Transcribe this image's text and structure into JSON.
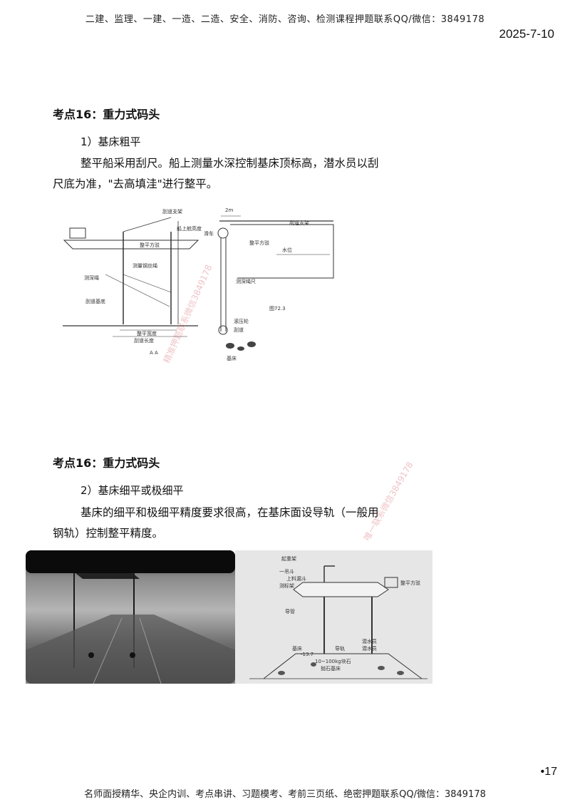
{
  "header": {
    "banner": "二建、监理、一建、一造、二造、安全、消防、咨询、检测课程押题联系QQ/微信：3849178",
    "date": "2025-7-10"
  },
  "section1": {
    "title": "考点16：重力式码头",
    "subheading": "1）基床粗平",
    "paragraph": "整平船采用刮尺。船上测量水深控制基床顶标高，潜水员以刮尺底为准，\"去高填洼\"进行整平。",
    "figure_labels": {
      "scraper_support": "刮道支架",
      "ship_height": "船上舱高度",
      "platform": "整平方驳",
      "rope": "测量钢丝绳",
      "winch": "测深绳",
      "scraper_bottom": "刮道基底",
      "scraper_width": "整平宽度",
      "scraper_length": "刮道长度",
      "section": "A A",
      "top_dim": "2m",
      "scraper_rack": "刮道支架",
      "pulley": "滑车",
      "platform_right": "整平方驳",
      "water_level": "水位",
      "sounding": "测深绳尺",
      "fig_no": "图72.3",
      "roller": "滚压轮",
      "scraper": "刮道",
      "stones": "基床"
    }
  },
  "section2": {
    "title": "考点16：重力式码头",
    "subheading": "2）基床细平或极细平",
    "paragraph": "基床的细平和极细平精度要求很高，在基床面设导轨（一般用钢轨）控制整平精度。",
    "figure_labels": {
      "hoist": "起重架",
      "hopper": "上料漏斗",
      "lift": "一吊斗",
      "measure": "测标架",
      "platform": "整平方驳",
      "guide_rod": "导管",
      "diver": "潜水员",
      "bed": "基床",
      "elevation": "-13.7",
      "rail": "导轨",
      "crew": "潜水员",
      "stones": "10~100kg块石",
      "bed2": "抛石基床"
    }
  },
  "watermarks": [
    "精准押题联系微信3849178",
    "唯一联系微信3849178"
  ],
  "footer": {
    "page": "•17",
    "banner": "名师面授精华、央企内训、考点串讲、习题模考、考前三页纸、绝密押题联系QQ/微信：3849178"
  }
}
